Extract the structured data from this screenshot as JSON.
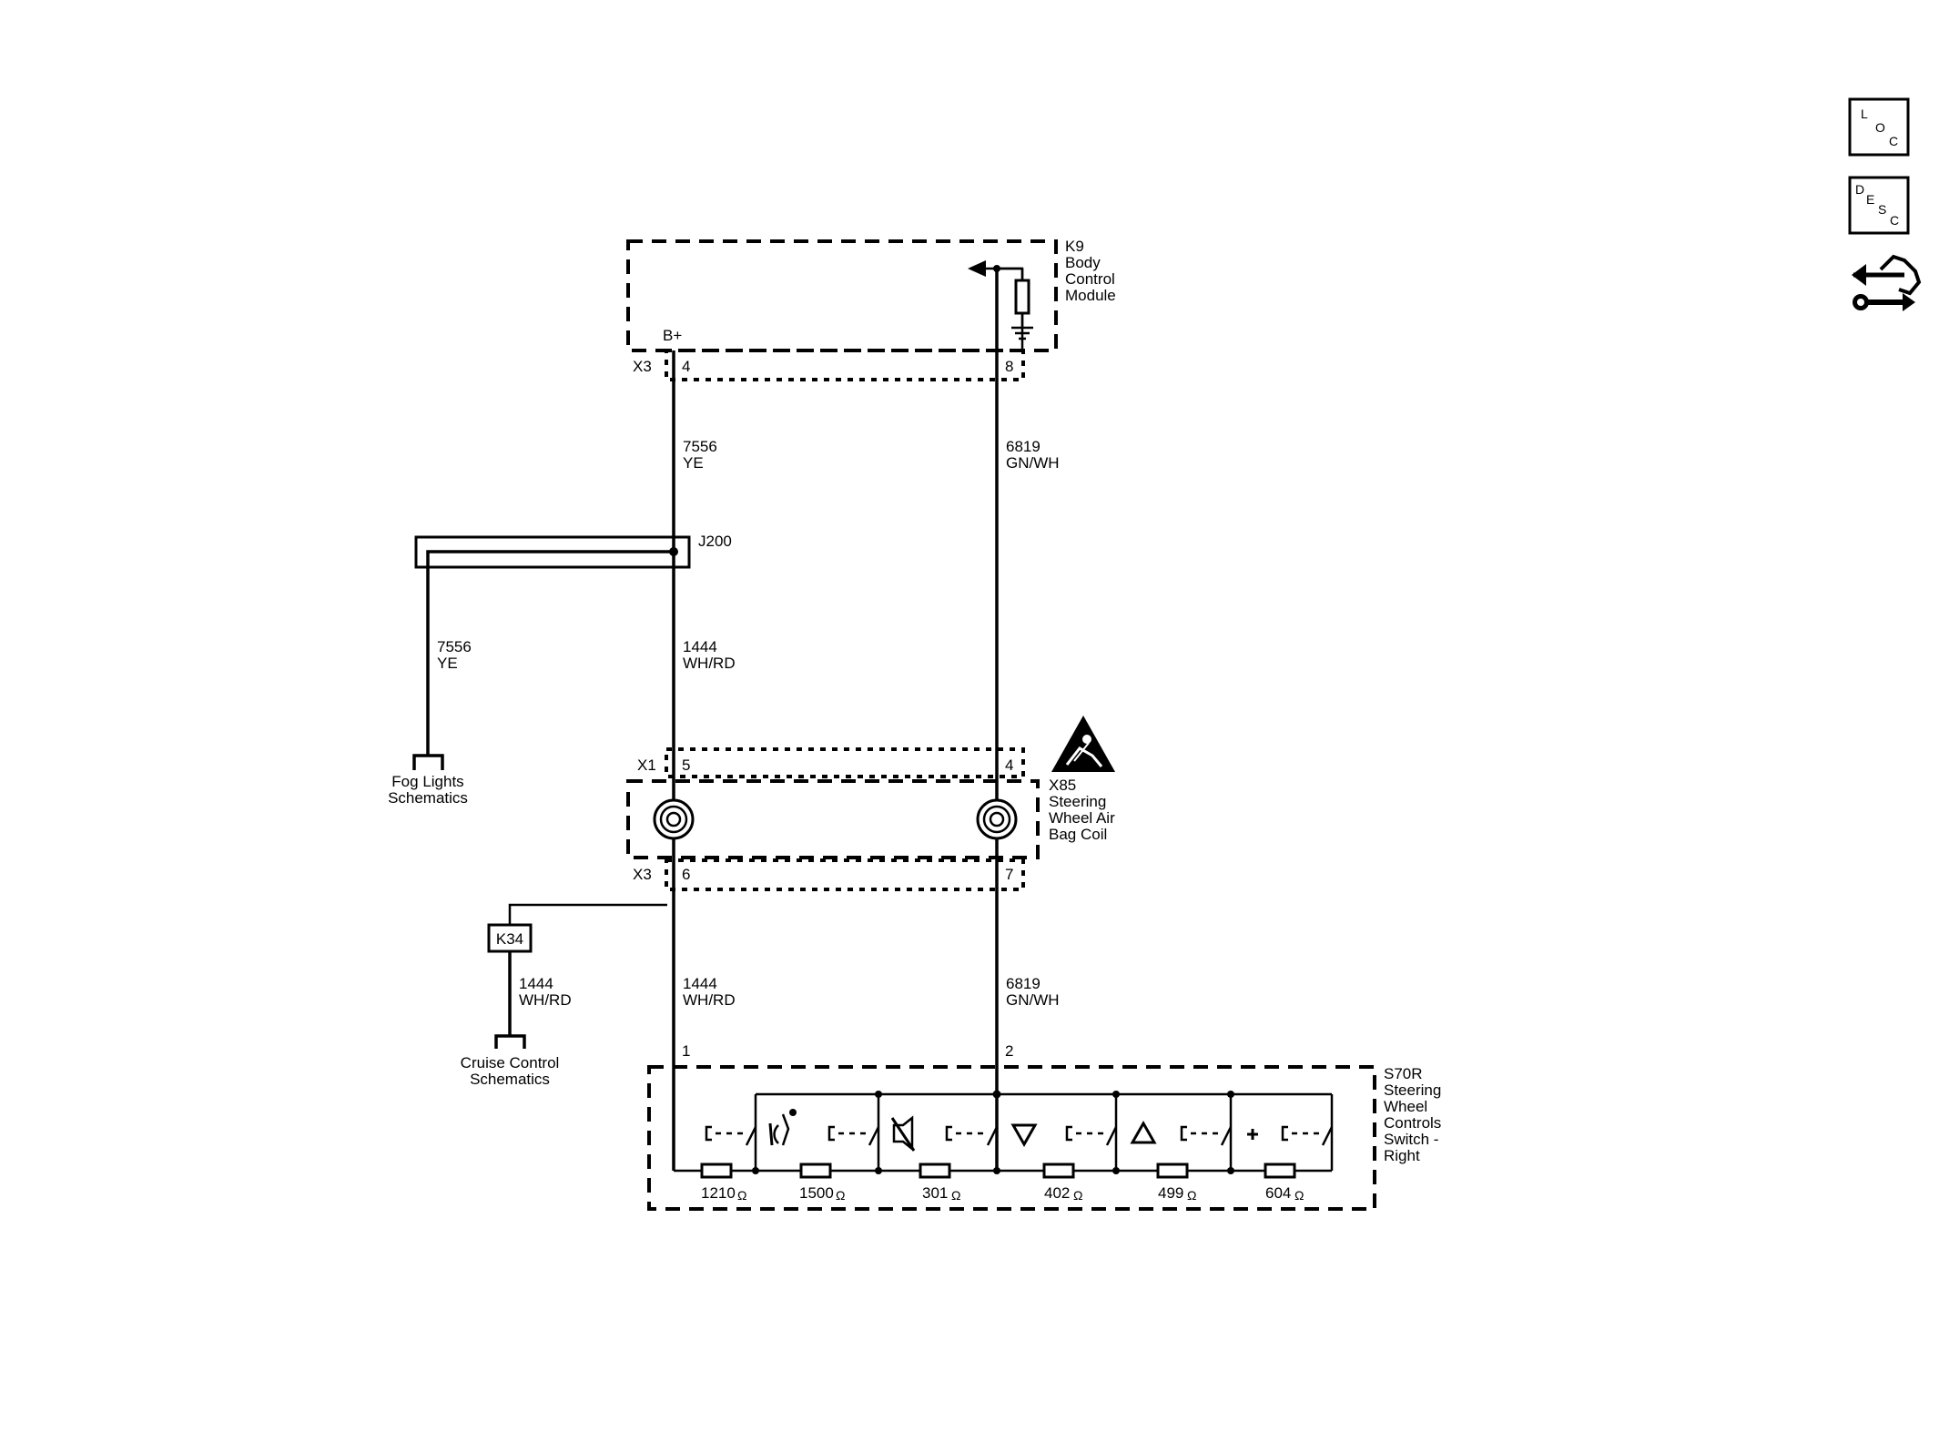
{
  "modules": {
    "k9": {
      "lines": [
        "K9",
        "Body",
        "Control",
        "Module"
      ]
    },
    "x85": {
      "lines": [
        "X85",
        "Steering",
        "Wheel Air",
        "Bag Coil"
      ]
    },
    "s70r": {
      "lines": [
        "S70R",
        "Steering",
        "Wheel",
        "Controls",
        "Switch -",
        "Right"
      ]
    }
  },
  "connectors": {
    "x3_top": "X3",
    "x1": "X1",
    "x3_mid": "X3",
    "k34": "K34",
    "j200": "J200",
    "bplus": "B+"
  },
  "pins": {
    "x3_top_4": "4",
    "x3_top_8": "8",
    "x1_5": "5",
    "x1_4": "4",
    "x3_mid_6": "6",
    "x3_mid_7": "7",
    "s70r_1": "1",
    "s70r_2": "2"
  },
  "wires": {
    "w1": {
      "circuit": "7556",
      "color": "YE"
    },
    "w2": {
      "circuit": "6819",
      "color": "GN/WH"
    },
    "w3": {
      "circuit": "7556",
      "color": "YE"
    },
    "w4": {
      "circuit": "1444",
      "color": "WH/RD"
    },
    "w5": {
      "circuit": "1444",
      "color": "WH/RD"
    },
    "w6": {
      "circuit": "1444",
      "color": "WH/RD"
    },
    "w7": {
      "circuit": "6819",
      "color": "GN/WH"
    }
  },
  "references": {
    "fog": [
      "Fog Lights",
      "Schematics"
    ],
    "cruise": [
      "Cruise Control",
      "Schematics"
    ]
  },
  "resistors": [
    "1210",
    "1500",
    "301",
    "402",
    "499",
    "604"
  ],
  "ohm_symbol": "Ω",
  "nav": {
    "loc": [
      "L",
      "O",
      "C"
    ],
    "desc": [
      "D",
      "E",
      "S",
      "C"
    ]
  },
  "icons": [
    "airbag-warning-icon",
    "speech-icon",
    "mute-icon",
    "down-triangle-icon",
    "up-triangle-icon",
    "plus-icon",
    "wrench-icon"
  ]
}
